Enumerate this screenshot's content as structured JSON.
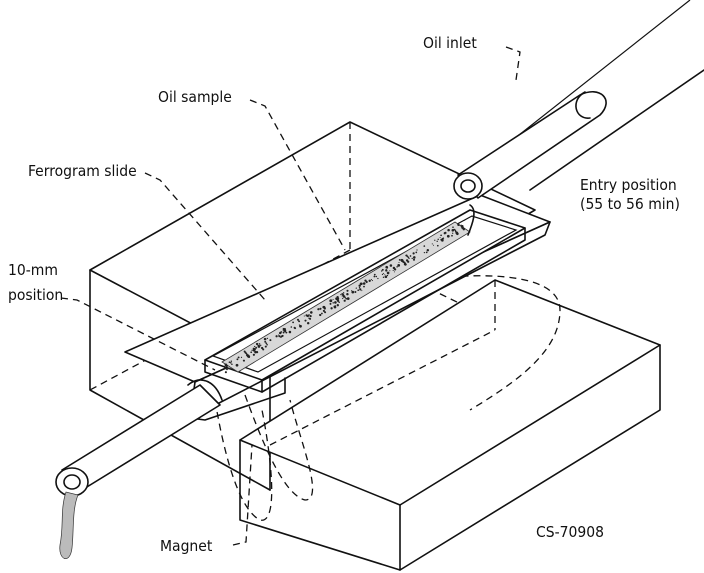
{
  "labels": {
    "oil_inlet": "Oil inlet",
    "oil_sample": "Oil sample",
    "ferrogram_slide": "Ferrogram slide",
    "entry_position_line1": "Entry position",
    "entry_position_line2": "(55 to 56 min)",
    "position_10mm_line1": "10-mm",
    "position_10mm_line2": "position",
    "magnet": "Magnet",
    "figure_code": "CS-70908"
  }
}
